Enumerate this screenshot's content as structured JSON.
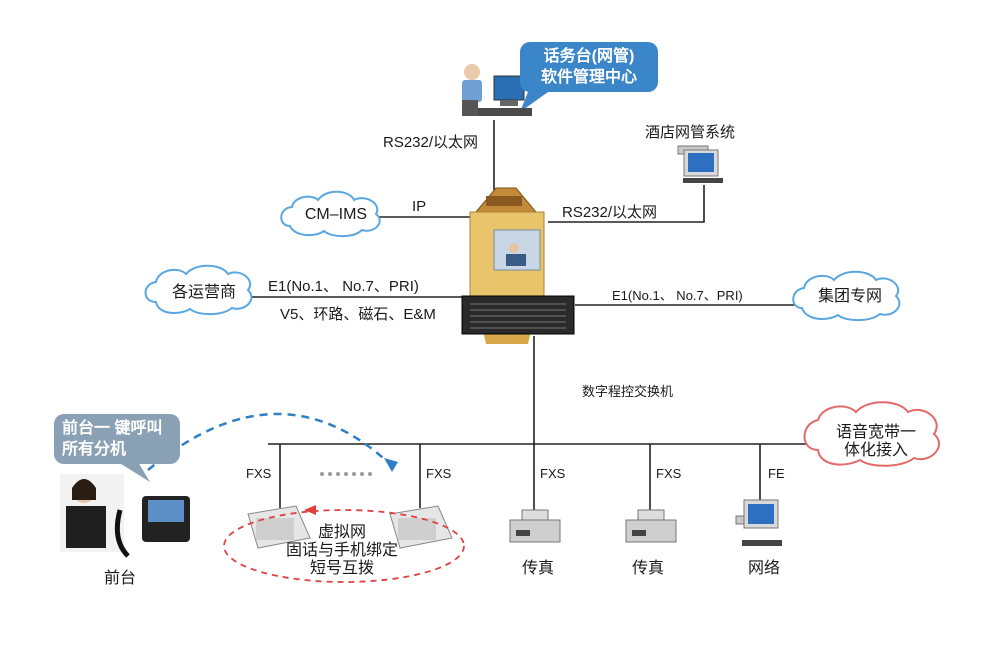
{
  "operator_bubble": "话务台(网管)\n软件管理中心",
  "link_rs232_top": "RS232/以太网",
  "hotel_system": "酒店网管系统",
  "cloud_cmims": "CM–IMS",
  "link_ip": "IP",
  "link_rs232_right": "RS232/以太网",
  "cloud_carriers": "各运营商",
  "link_e1_left": "E1(No.1、 No.7、PRI)",
  "link_v5": "V5、环路、磁石、E&M",
  "link_e1_right": "E1(No.1、 No.7、PRI)",
  "cloud_group": "集团专网",
  "switch_label": "数字程控交换机",
  "front_bubble": "前台一 键呼叫\n所有分机",
  "cloud_broadband": "语音宽带一\n体化接入",
  "port_labels": [
    "FXS",
    "FXS",
    "FXS",
    "FXS",
    "FE"
  ],
  "virtual_net": "虚拟网\n固话与手机绑定\n短号互拨",
  "device_labels": {
    "front_desk": "前台",
    "fax1": "传真",
    "fax2": "传真",
    "network": "网络"
  },
  "colors": {
    "cloud_stroke": "#5aa7e0",
    "bubble_blue": "#3a86c8",
    "bubble_gray": "#8aa0b4",
    "dashed_blue": "#2f7fc6",
    "dashed_red": "#e04040"
  }
}
